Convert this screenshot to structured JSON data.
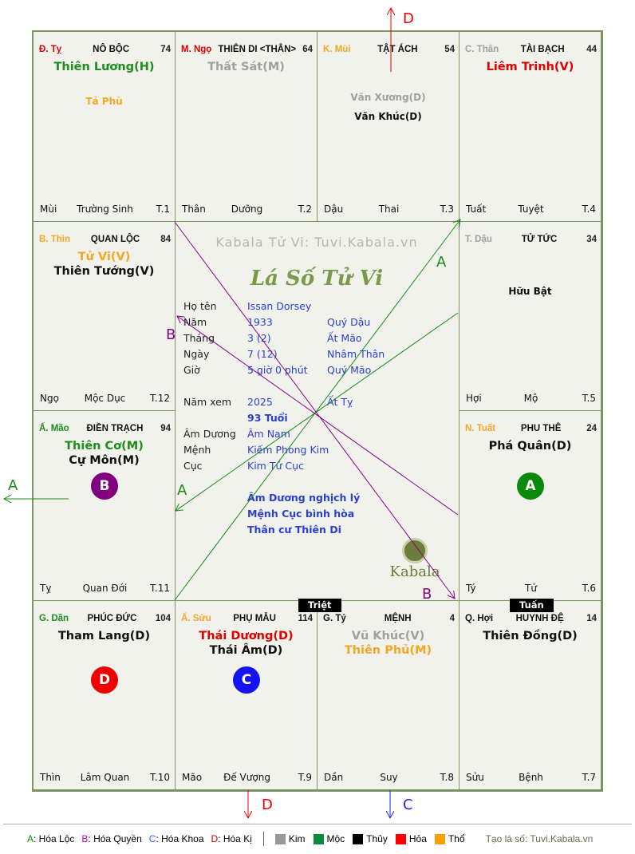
{
  "header": {
    "watermark": "Kabala Tử Vi: Tuvi.Kabala.vn",
    "title": "Lá Số Tử Vi"
  },
  "cells": [
    {
      "can_chi": "Đ. Tỵ",
      "can_color": "#e00000",
      "name": "NÔ BỘC",
      "num": "74",
      "stars": [
        {
          "t": "Thiên Lương(H)",
          "c": "#1e8c1e",
          "s": "big"
        },
        {
          "t": "Tả Phù",
          "c": "#f5a623",
          "s": "small"
        }
      ],
      "branch": "Mùi",
      "status": "Trường Sinh",
      "tn": "T.1"
    },
    {
      "can_chi": "M. Ngọ",
      "can_color": "#e00000",
      "name": "THIÊN DI <THÂN>",
      "num": "64",
      "stars": [
        {
          "t": "Thất Sát(M)",
          "c": "#a0a0a0",
          "s": "big"
        }
      ],
      "branch": "Thân",
      "status": "Dưỡng",
      "tn": "T.2"
    },
    {
      "can_chi": "K. Mùi",
      "can_color": "#f5a623",
      "name": "TẬT ÁCH",
      "num": "54",
      "stars": [
        {
          "t": "Văn Xương(D)",
          "c": "#a0a0a0",
          "s": "small"
        },
        {
          "t": "Văn Khúc(D)",
          "c": "#111",
          "s": "small"
        }
      ],
      "branch": "Dậu",
      "status": "Thai",
      "tn": "T.3"
    },
    {
      "can_chi": "C. Thân",
      "can_color": "#a0a0a0",
      "name": "TÀI BẠCH",
      "num": "44",
      "stars": [
        {
          "t": "Liêm Trinh(V)",
          "c": "#e00000",
          "s": "big"
        }
      ],
      "branch": "Tuất",
      "status": "Tuyệt",
      "tn": "T.4"
    },
    {
      "can_chi": "B. Thìn",
      "can_color": "#f5a623",
      "name": "QUAN LỘC",
      "num": "84",
      "stars": [
        {
          "t": "Tử Vi(V)",
          "c": "#f5a623",
          "s": "big"
        },
        {
          "t": "Thiên Tướng(V)",
          "c": "#111",
          "s": "big"
        }
      ],
      "branch": "Ngọ",
      "status": "Mộc Dục",
      "tn": "T.12"
    },
    {
      "can_chi": "T. Dậu",
      "can_color": "#a0a0a0",
      "name": "TỬ TỨC",
      "num": "34",
      "stars": [
        {
          "t": "Hữu Bật",
          "c": "#111",
          "s": "small"
        }
      ],
      "branch": "Hợi",
      "status": "Mộ",
      "tn": "T.5"
    },
    {
      "can_chi": "Ấ. Mão",
      "can_color": "#1e8c1e",
      "name": "ĐIỀN TRẠCH",
      "num": "94",
      "stars": [
        {
          "t": "Thiên Cơ(M)",
          "c": "#1e8c1e",
          "s": "big"
        },
        {
          "t": "Cự Môn(M)",
          "c": "#111",
          "s": "big"
        }
      ],
      "branch": "Tỵ",
      "status": "Quan Đới",
      "tn": "T.11",
      "badge": {
        "t": "B",
        "c": "#800080"
      }
    },
    {
      "can_chi": "N. Tuất",
      "can_color": "#f5a623",
      "name": "PHU THÊ",
      "num": "24",
      "stars": [
        {
          "t": "Phá Quân(D)",
          "c": "#111",
          "s": "big"
        }
      ],
      "branch": "Tý",
      "status": "Tử",
      "tn": "T.6",
      "badge": {
        "t": "A",
        "c": "#0a8a0a"
      }
    },
    {
      "can_chi": "G. Dần",
      "can_color": "#1e8c1e",
      "name": "PHÚC ĐỨC",
      "num": "104",
      "stars": [
        {
          "t": "Tham Lang(D)",
          "c": "#111",
          "s": "big"
        }
      ],
      "branch": "Thìn",
      "status": "Lâm Quan",
      "tn": "T.10",
      "badge": {
        "t": "D",
        "c": "#f00000"
      }
    },
    {
      "can_chi": "Ấ. Sửu",
      "can_color": "#f5a623",
      "name": "PHỤ MẪU",
      "num": "114",
      "stars": [
        {
          "t": "Thái Dương(D)",
          "c": "#e00000",
          "s": "big"
        },
        {
          "t": "Thái Âm(D)",
          "c": "#111",
          "s": "big"
        }
      ],
      "branch": "Mão",
      "status": "Đế Vượng",
      "tn": "T.9",
      "badge": {
        "t": "C",
        "c": "#1414f0"
      }
    },
    {
      "can_chi": "G. Tý",
      "can_color": "#111",
      "name": "MỆNH",
      "num": "4",
      "stars": [
        {
          "t": "Vũ Khúc(V)",
          "c": "#a0a0a0",
          "s": "big"
        },
        {
          "t": "Thiên Phủ(M)",
          "c": "#f5a623",
          "s": "big"
        }
      ],
      "branch": "Dần",
      "status": "Suy",
      "tn": "T.8"
    },
    {
      "can_chi": "Q. Hợi",
      "can_color": "#111",
      "name": "HUYNH ĐỆ",
      "num": "14",
      "stars": [
        {
          "t": "Thiên Đồng(D)",
          "c": "#111",
          "s": "big"
        }
      ],
      "branch": "Sửu",
      "status": "Bệnh",
      "tn": "T.7"
    }
  ],
  "tags": {
    "triet": "Triệt",
    "tuan": "Tuấn"
  },
  "info": [
    {
      "label": "Họ tên",
      "v1": "Issan Dorsey",
      "v2": ""
    },
    {
      "label": "Năm",
      "v1": "1933",
      "v2": "Quý Dậu"
    },
    {
      "label": "Tháng",
      "v1": "3  (2)",
      "v2": "Ất Mão"
    },
    {
      "label": "Ngày",
      "v1": "7  (12)",
      "v2": "Nhâm Thân"
    },
    {
      "label": "Giờ",
      "v1": "5 giờ 0 phút",
      "v2": "Quý Mão"
    },
    {
      "label": "Năm xem",
      "v1": "2025",
      "v2": "Ất Tỵ"
    },
    {
      "label": "",
      "v1": "93 Tuổi",
      "v2": ""
    },
    {
      "label": "Âm Dương",
      "v1": "Âm Nam",
      "v2": ""
    },
    {
      "label": "Mệnh",
      "v1": "Kiếm Phong Kim",
      "v2": ""
    },
    {
      "label": "Cục",
      "v1": "Kim Tứ Cục",
      "v2": ""
    }
  ],
  "notes": [
    "Âm Dương nghịch lý",
    "Mệnh Cục bình hòa",
    "Thân cư Thiên Di"
  ],
  "logo": "Kabala",
  "arrow_labels": {
    "a": "A",
    "b": "B",
    "c": "C",
    "d": "D"
  },
  "legend": {
    "items": [
      {
        "k": "A",
        "t": ": Hóa Lộc",
        "c": "#0a8a0a"
      },
      {
        "k": "B",
        "t": ": Hóa Quyền",
        "c": "#c000c0"
      },
      {
        "k": "C",
        "t": ": Hóa Khoa",
        "c": "#3060f0"
      },
      {
        "k": "D",
        "t": ": Hóa Kị",
        "c": "#e00000"
      }
    ],
    "elements": [
      {
        "t": "Kim",
        "c": "#999999"
      },
      {
        "t": "Mộc",
        "c": "#0a8a3a"
      },
      {
        "t": "Thủy",
        "c": "#000000"
      },
      {
        "t": "Hỏa",
        "c": "#ff0000"
      },
      {
        "t": "Thổ",
        "c": "#ffa000"
      }
    ],
    "credit": "Tạo lá số: Tuvi.Kabala.vn"
  }
}
